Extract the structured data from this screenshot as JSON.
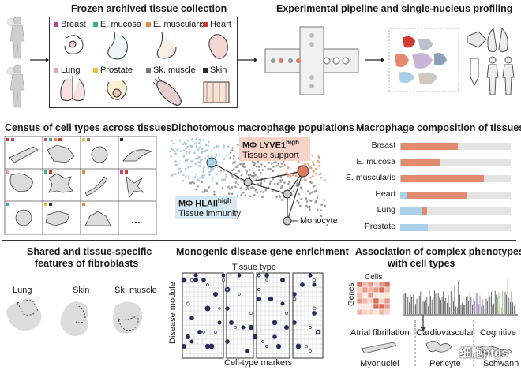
{
  "panels": {
    "frozen": {
      "title": "Frozen archived tissue collection",
      "tissues": [
        {
          "label": "Breast",
          "color": "#b8478f"
        },
        {
          "label": "E. mucosa",
          "color": "#3aa9a2"
        },
        {
          "label": "E. muscularis",
          "color": "#e48a3c"
        },
        {
          "label": "Heart",
          "color": "#d03a32"
        },
        {
          "label": "Lung",
          "color": "#e8a0a8"
        },
        {
          "label": "Prostate",
          "color": "#e8c23a"
        },
        {
          "label": "Sk. muscle",
          "color": "#777777"
        },
        {
          "label": "Skin",
          "color": "#2a2a2a"
        }
      ]
    },
    "pipeline": {
      "title": "Experimental  pipeline and single-nucleus profiling"
    },
    "census": {
      "title": "Census of cell types across tissues",
      "more": "..."
    },
    "macrophage_pops": {
      "title": "Dichotomous macrophage populations",
      "lyve1_prefix": "MΦ LYVE1",
      "lyve1_sup": "high",
      "lyve1_desc": "Tissue support",
      "hla_prefix": "MΦ HLAII",
      "hla_sup": "high",
      "hla_desc": "Tissue immunity",
      "monocyte": "Monocyte"
    },
    "composition": {
      "title": "Macrophage composition of tissues",
      "rows": [
        {
          "label": "Breast",
          "blue": 0.01,
          "orange": 0.51
        },
        {
          "label": "E. mucosa",
          "blue": 0.01,
          "orange": 0.35
        },
        {
          "label": "E. muscularis",
          "blue": 0.01,
          "orange": 0.75
        },
        {
          "label": "Heart",
          "blue": 0.06,
          "orange": 0.55
        },
        {
          "label": "Lung",
          "blue": 0.19,
          "orange": 0.05
        },
        {
          "label": "Prostate",
          "blue": 0.25,
          "orange": 0.0
        }
      ],
      "colors": {
        "blue": "#a8d0e8",
        "orange": "#e08a6e",
        "rest": "#e3e3e3"
      }
    },
    "fibroblasts": {
      "title_line1": "Shared and tissue-specific",
      "title_line2": "features of fibroblasts",
      "labels": [
        "Lung",
        "Skin",
        "Sk. muscle"
      ]
    },
    "monogenic": {
      "title": "Monogenic disease gene enrichment",
      "top": "Tissue type",
      "left": "Disease module",
      "bottom": "Cell-type markers"
    },
    "phenotypes": {
      "title_line1": "Association of complex phenotypes",
      "title_line2": "with cell types",
      "cells": "Cells",
      "genes": "Genes",
      "labels": [
        {
          "top": "Atrial fibrillation",
          "bottom": "Myonuclei"
        },
        {
          "top": "Cardiovascular",
          "bottom": "Pericyte"
        },
        {
          "top": "Cognitive",
          "bottom": "Schwann"
        }
      ]
    }
  },
  "watermark": "细胞ptgs"
}
